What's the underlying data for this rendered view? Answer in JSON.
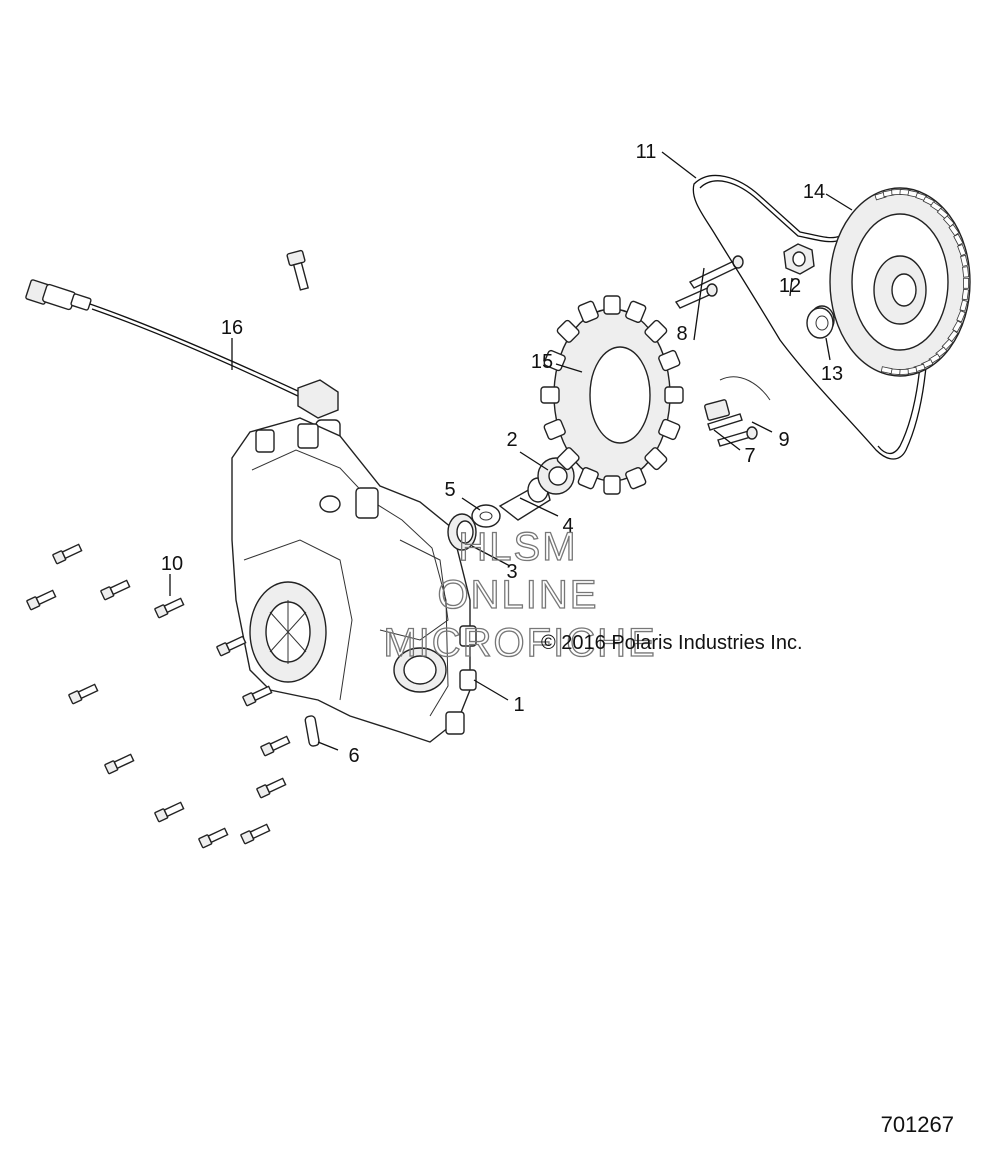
{
  "copyright": "© 2016 Polaris Industries Inc.",
  "diagram_id": "701267",
  "watermark": [
    "HLSM",
    "ONLINE",
    "MICROFICHE"
  ],
  "callouts": [
    "1",
    "2",
    "3",
    "4",
    "5",
    "6",
    "7",
    "8",
    "9",
    "10",
    "11",
    "12",
    "13",
    "14",
    "15",
    "16"
  ]
}
